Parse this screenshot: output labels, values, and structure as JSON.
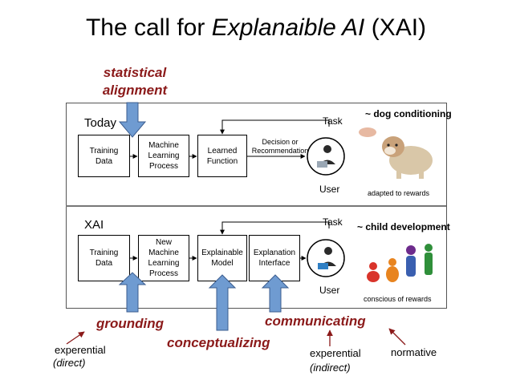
{
  "title": {
    "prefix": "The call for ",
    "italic": "Explanaible AI",
    "suffix": " (XAI)"
  },
  "top_label": {
    "line1": "statistical",
    "line2": "alignment"
  },
  "today": {
    "label": "Today",
    "boxes": [
      "Training Data",
      "Machine Learning Process",
      "Learned Function"
    ],
    "decision": "Decision or Recommendation",
    "task": "Task",
    "user": "User",
    "comment": "~ dog conditioning",
    "caption": "adapted to rewards"
  },
  "xai": {
    "label": "XAI",
    "boxes": [
      "Training Data",
      "New Machine Learning Process",
      "Explainable Model",
      "Explanation Interface"
    ],
    "task": "Task",
    "user": "User",
    "comment": "~ child development",
    "caption": "conscious of rewards"
  },
  "bottom": {
    "grounding": "grounding",
    "conceptualizing": "conceptualizing",
    "communicating": "communicating",
    "experential_direct": "experential",
    "direct": "(direct)",
    "experential_indirect": "experential",
    "indirect": "(indirect)",
    "normative": "normative"
  },
  "colors": {
    "arrow_fill": "#6f9bd1",
    "arrow_stroke": "#3b5d8f",
    "accent_red": "#8b1a1a"
  }
}
